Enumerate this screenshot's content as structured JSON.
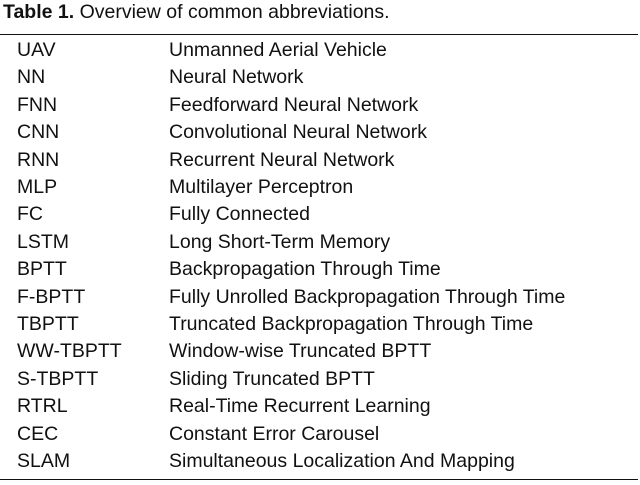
{
  "caption": {
    "label": "Table 1.",
    "text": "Overview of common abbreviations."
  },
  "rows": [
    {
      "abbr": "UAV",
      "full": "Unmanned Aerial Vehicle"
    },
    {
      "abbr": "NN",
      "full": "Neural Network"
    },
    {
      "abbr": "FNN",
      "full": "Feedforward Neural Network"
    },
    {
      "abbr": "CNN",
      "full": "Convolutional Neural Network"
    },
    {
      "abbr": "RNN",
      "full": "Recurrent Neural Network"
    },
    {
      "abbr": "MLP",
      "full": "Multilayer Perceptron"
    },
    {
      "abbr": "FC",
      "full": "Fully Connected"
    },
    {
      "abbr": "LSTM",
      "full": "Long Short-Term Memory"
    },
    {
      "abbr": "BPTT",
      "full": "Backpropagation Through Time"
    },
    {
      "abbr": "F-BPTT",
      "full": "Fully Unrolled Backpropagation Through Time"
    },
    {
      "abbr": "TBPTT",
      "full": "Truncated Backpropagation Through Time"
    },
    {
      "abbr": "WW-TBPTT",
      "full": "Window-wise Truncated BPTT"
    },
    {
      "abbr": "S-TBPTT",
      "full": "Sliding Truncated BPTT"
    },
    {
      "abbr": "RTRL",
      "full": "Real-Time Recurrent Learning"
    },
    {
      "abbr": "CEC",
      "full": "Constant Error Carousel"
    },
    {
      "abbr": "SLAM",
      "full": "Simultaneous Localization And Mapping"
    }
  ]
}
